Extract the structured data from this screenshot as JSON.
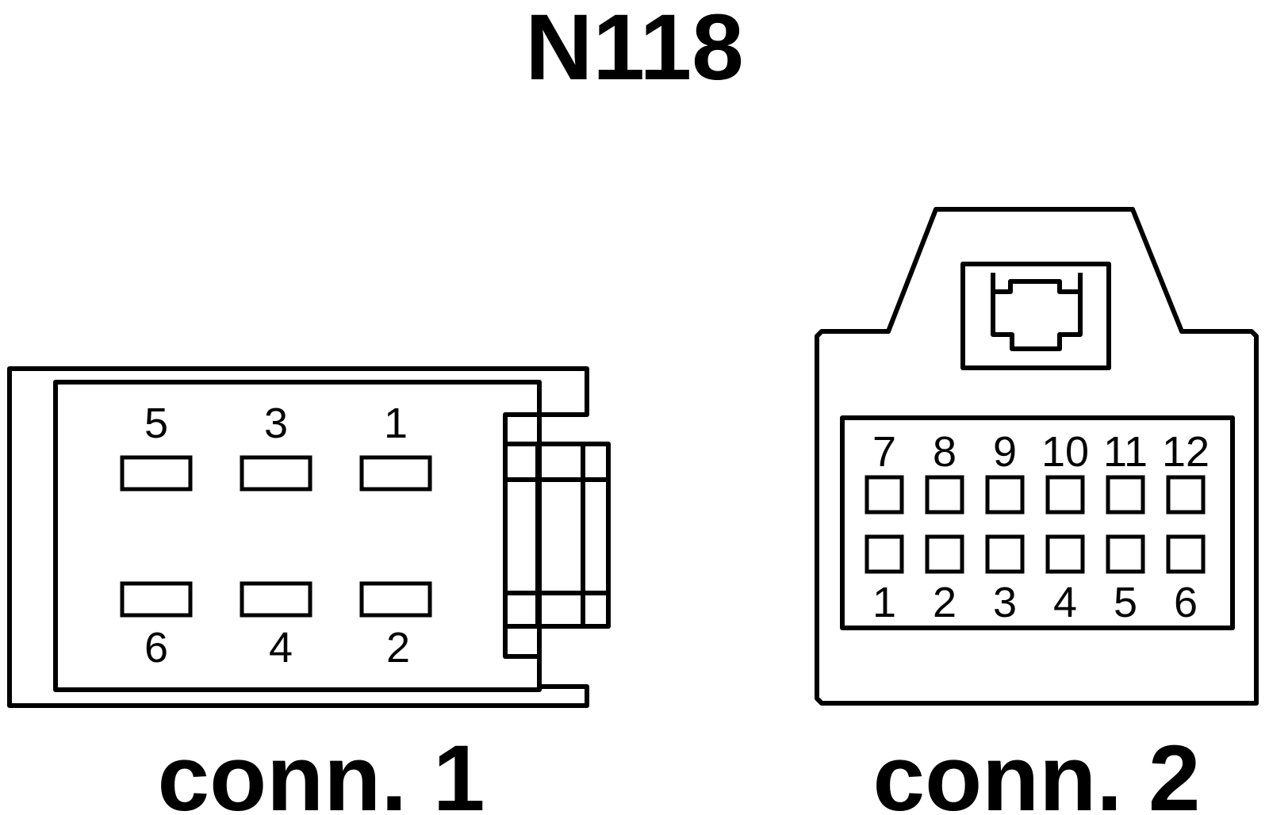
{
  "title": "N118",
  "connector_1": {
    "label": "conn. 1",
    "pins_top": [
      "5",
      "3",
      "1"
    ],
    "pins_bottom": [
      "6",
      "4",
      "2"
    ]
  },
  "connector_2": {
    "label": "conn. 2",
    "pins_top": [
      "7",
      "8",
      "9",
      "10",
      "11",
      "12"
    ],
    "pins_bottom": [
      "1",
      "2",
      "3",
      "4",
      "5",
      "6"
    ]
  },
  "colors": {
    "line": "#000000",
    "background": "#ffffff"
  }
}
